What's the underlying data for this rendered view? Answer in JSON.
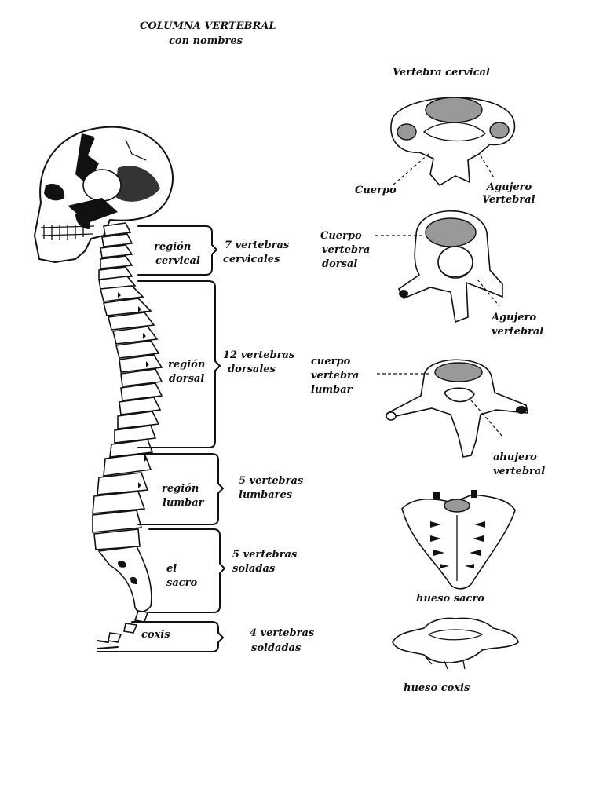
{
  "title": {
    "line1": "COLUMNA VERTEBRAL",
    "line2": "con nombres"
  },
  "regions": [
    {
      "name_l1": "región",
      "name_l2": "cervical",
      "count_l1": "7 vertebras",
      "count_l2": "cervicales"
    },
    {
      "name_l1": "región",
      "name_l2": "dorsal",
      "count_l1": "12 vertebras",
      "count_l2": "dorsales"
    },
    {
      "name_l1": "región",
      "name_l2": "lumbar",
      "count_l1": "5 vertebras",
      "count_l2": "lumbares"
    },
    {
      "name_l1": "el",
      "name_l2": "sacro",
      "count_l1": "5 vertebras",
      "count_l2": "soladas"
    },
    {
      "name_l1": "coxis",
      "count_l1": "4 vertebras",
      "count_l2": "soldadas"
    }
  ],
  "cervical_vertebra": {
    "heading": "Vertebra cervical",
    "label_body": "Cuerpo",
    "label_hole_l1": "Agujero",
    "label_hole_l2": "Vertebral"
  },
  "dorsal_vertebra": {
    "label_body_l1": "Cuerpo",
    "label_body_l2": "vertebra",
    "label_body_l3": "dorsal",
    "label_hole_l1": "Agujero",
    "label_hole_l2": "vertebral"
  },
  "lumbar_vertebra": {
    "label_body_l1": "cuerpo",
    "label_body_l2": "vertebra",
    "label_body_l3": "lumbar",
    "label_hole_l1": "ahujero",
    "label_hole_l2": "vertebral"
  },
  "sacrum": {
    "caption": "hueso sacro"
  },
  "coccyx": {
    "caption": "hueso coxis"
  }
}
